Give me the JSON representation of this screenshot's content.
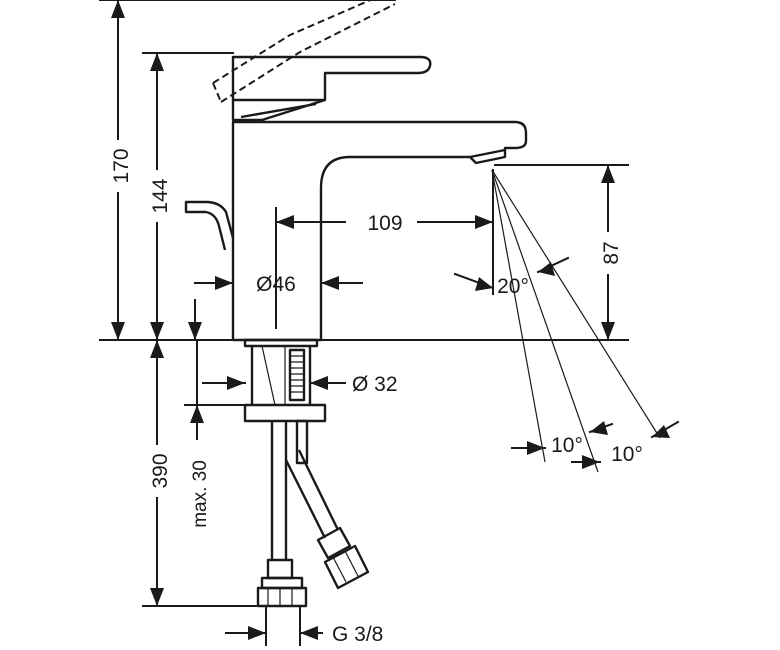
{
  "dimensions": {
    "height_total": "170",
    "height_spout": "144",
    "spout_reach": "109",
    "body_diameter": "Ø46",
    "spout_height": "87",
    "spray_angle": "20°",
    "tilt_angle_a": "10°",
    "tilt_angle_b": "10°",
    "shank_diameter": "Ø 32",
    "hose_length": "390",
    "max_thickness": "max. 30",
    "thread": "G 3/8"
  }
}
